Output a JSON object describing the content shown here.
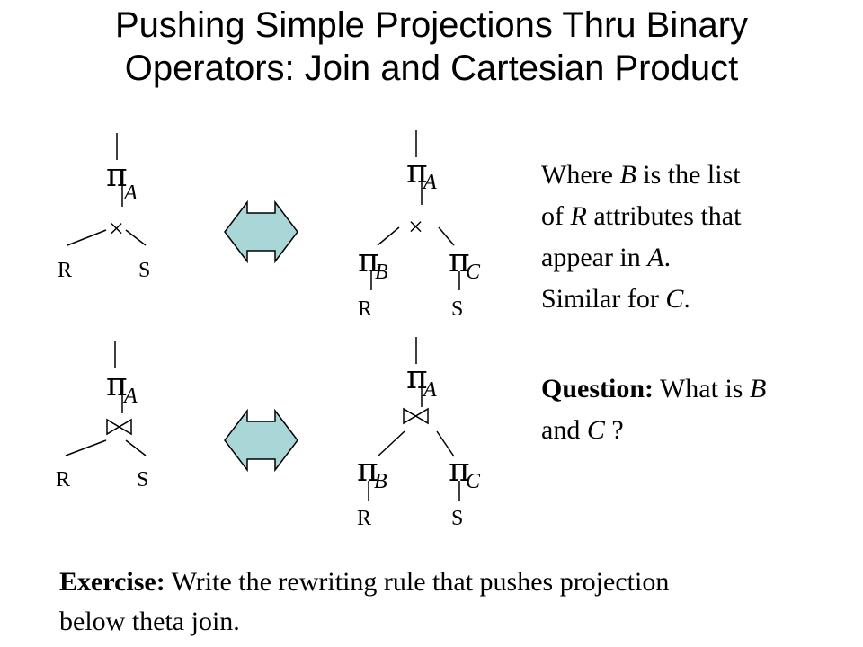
{
  "title": {
    "line1": "Pushing Simple Projections Thru Binary",
    "line2": "Operators: Join and Cartesian Product"
  },
  "symbols": {
    "pi": "π",
    "times": "×",
    "A": "A",
    "B": "B",
    "C": "C",
    "R": "R",
    "S": "S"
  },
  "note_top": {
    "t1": "Where ",
    "v1": "B",
    "t2": " is the list",
    "t3": "of ",
    "v2": "R",
    "t4": " attributes that",
    "t5": "appear in ",
    "v3": "A",
    "t6": ".",
    "t7": "Similar for ",
    "v4": "C",
    "t8": "."
  },
  "question": {
    "label": "Question:",
    "t1": " What is ",
    "v1": "B",
    "t2": "and ",
    "v2": "C",
    "t3": " ?"
  },
  "exercise": {
    "label": "Exercise:",
    "text1": " Write the rewriting rule that pushes projection",
    "text2": "below theta join."
  },
  "colors": {
    "arrow_fill": "#a9d6d6",
    "ink": "#000000"
  }
}
